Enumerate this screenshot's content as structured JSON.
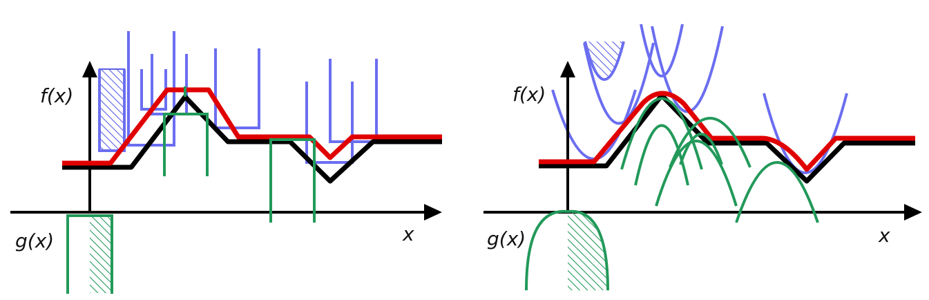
{
  "panels": [
    {
      "id": "left",
      "labels": {
        "f": "f(x)",
        "g": "g(x)",
        "x": "x"
      }
    },
    {
      "id": "right",
      "labels": {
        "f": "f(x)",
        "g": "g(x)",
        "x": "x"
      }
    }
  ],
  "colors": {
    "f_curve": "#000000",
    "dilation": "#e00000",
    "structuring_element": "#22995a",
    "reflected_element": "#6b6ef0",
    "axis": "#000000",
    "hatch_blue": "#5a5de6",
    "hatch_green": "#22995a"
  }
}
